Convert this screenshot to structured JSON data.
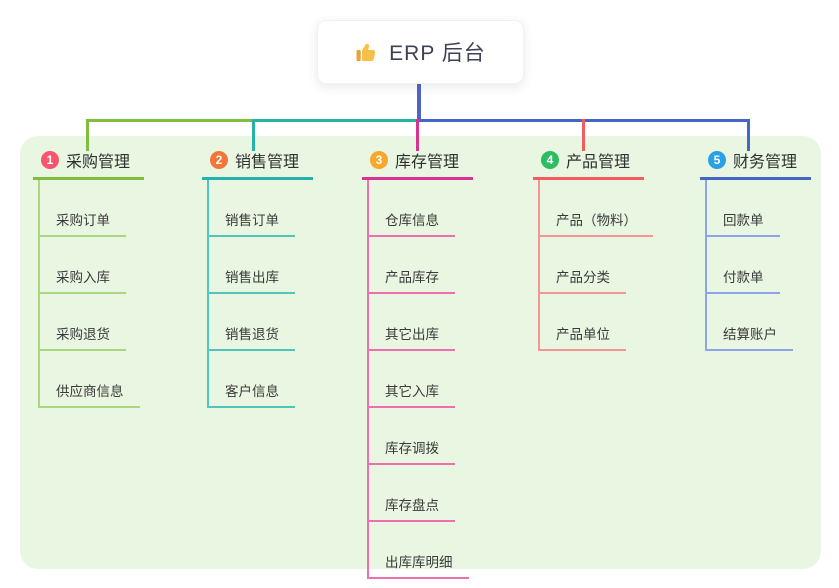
{
  "root": {
    "label": "ERP 后台",
    "icon": "thumbs-up-icon",
    "icon_color": "#f7c04a",
    "stem_color": "#4f63c5"
  },
  "trunk": {
    "segment_colors": [
      "#7fbe3f",
      "#25b2a8",
      "#4565c7"
    ]
  },
  "panel": {
    "background": "#e9f6e2"
  },
  "branches": [
    {
      "index": "1",
      "label": "采购管理",
      "badge_color": "#f8566c",
      "line_color": "#7fbe3f",
      "child_line_color": "#a9d77e",
      "children": [
        "采购订单",
        "采购入库",
        "采购退货",
        "供应商信息"
      ]
    },
    {
      "index": "2",
      "label": "销售管理",
      "badge_color": "#f2753a",
      "line_color": "#25b2a8",
      "child_line_color": "#52c5bb",
      "children": [
        "销售订单",
        "销售出库",
        "销售退货",
        "客户信息"
      ]
    },
    {
      "index": "3",
      "label": "库存管理",
      "badge_color": "#fba72b",
      "line_color": "#d6348f",
      "child_line_color": "#ef6fae",
      "children": [
        "仓库信息",
        "产品库存",
        "其它出库",
        "其它入库",
        "库存调拨",
        "库存盘点",
        "出库库明细"
      ]
    },
    {
      "index": "4",
      "label": "产品管理",
      "badge_color": "#2dbd60",
      "line_color": "#f25d5d",
      "child_line_color": "#f59595",
      "children": [
        "产品（物料）",
        "产品分类",
        "产品单位"
      ]
    },
    {
      "index": "5",
      "label": "财务管理",
      "badge_color": "#2aa0e5",
      "line_color": "#4565c7",
      "child_line_color": "#8ca4e9",
      "children": [
        "回款单",
        "付款单",
        "结算账户"
      ]
    }
  ]
}
